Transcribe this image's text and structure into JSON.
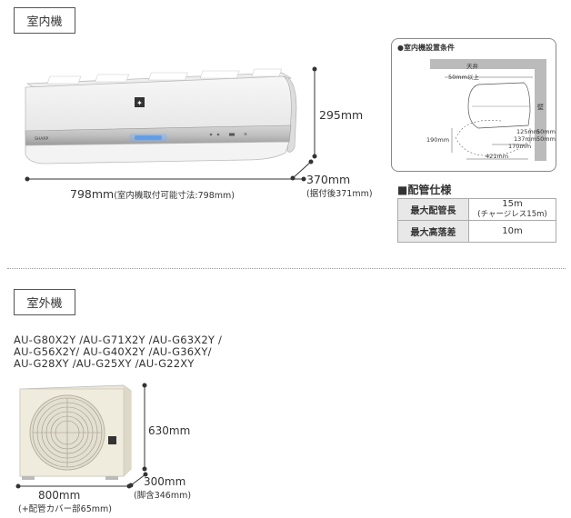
{
  "indoor": {
    "section_label": "室内機",
    "height": "295mm",
    "width": "798mm",
    "width_note": "(室内機取付可能寸法:798mm)",
    "depth": "370mm",
    "depth_note": "(据付後371mm)"
  },
  "install_conditions": {
    "title": "●室内機設置条件",
    "ceiling": "天井",
    "wall": "壁",
    "top_gap": "50mm以上",
    "left_height": "190mm",
    "bottom_width": "421mm",
    "dim_125": "125mm",
    "dim_137": "137mm",
    "dim_170": "170mm",
    "right_50a": "50mm",
    "right_50b": "50mm"
  },
  "piping": {
    "title": "■配管仕様",
    "rows": [
      {
        "label": "最大配管長",
        "value": "15m",
        "sub": "(チャージレス15m)"
      },
      {
        "label": "最大高落差",
        "value": "10m",
        "sub": ""
      }
    ]
  },
  "outdoor": {
    "section_label": "室外機",
    "models": [
      "AU-G80X2Y /AU-G71X2Y /AU-G63X2Y /",
      "AU-G56X2Y/ AU-G40X2Y /AU-G36XY/",
      "AU-G28XY /AU-G25XY /AU-G22XY"
    ],
    "height": "630mm",
    "depth": "300mm",
    "depth_note": "(脚含346mm)",
    "width": "800mm",
    "width_note": "(+配管カバー部65mm)"
  }
}
